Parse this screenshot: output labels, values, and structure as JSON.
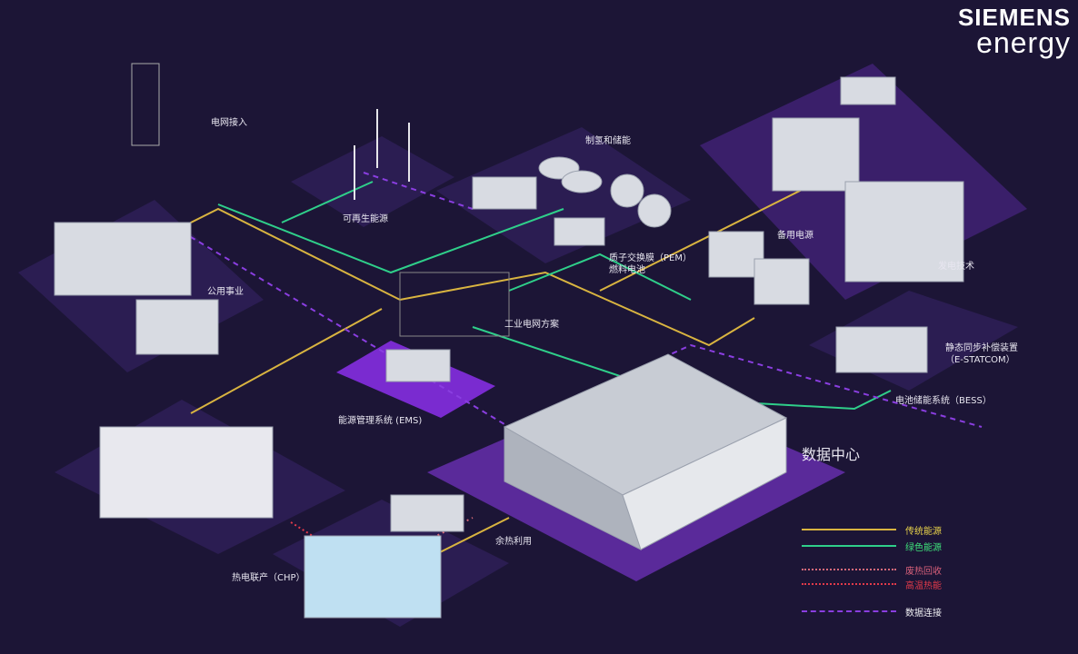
{
  "brand": {
    "line1": "SIEMENS",
    "line2": "energy"
  },
  "labels": {
    "grid_access": "电网接入",
    "renewables": "可再生能源",
    "hydrogen_storage": "制氢和储能",
    "pem_fuel_cell": "质子交换膜（PEM）\n燃料电池",
    "backup_power": "备用电源",
    "generation_tech": "发电技术",
    "utilities": "公用事业",
    "industrial_grid": "工业电网方案",
    "estatcom": "静态同步补偿装置\n（E-STATCOM）",
    "bess": "电池储能系统（BESS）",
    "ems": "能源管理系统 (EMS)",
    "data_center": "数据中心",
    "chp": "热电联产（CHP）",
    "waste_heat_use": "余热利用"
  },
  "legend": [
    {
      "label": "传统能源",
      "color": "#d9b440",
      "style": "solid"
    },
    {
      "label": "绿色能源",
      "color": "#2fcf8a",
      "style": "solid"
    },
    {
      "label": "废热回收",
      "color": "#d86a7a",
      "style": "dotted"
    },
    {
      "label": "高温热能",
      "color": "#e23a4a",
      "style": "dotted"
    },
    {
      "label": "数据连接",
      "color": "#8a3ee0",
      "style": "dashed"
    }
  ]
}
